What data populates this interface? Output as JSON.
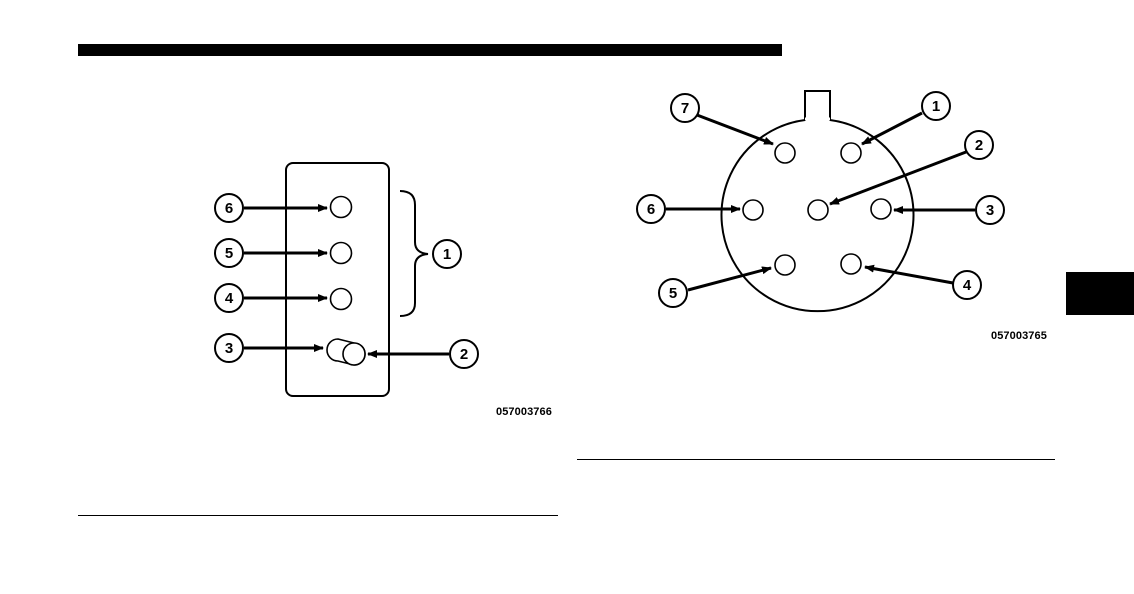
{
  "figure_left": {
    "code": "057003766",
    "callouts": [
      "1",
      "2",
      "3",
      "4",
      "5",
      "6"
    ]
  },
  "figure_right": {
    "code": "057003765",
    "callouts": [
      "1",
      "2",
      "3",
      "4",
      "5",
      "6",
      "7"
    ]
  }
}
